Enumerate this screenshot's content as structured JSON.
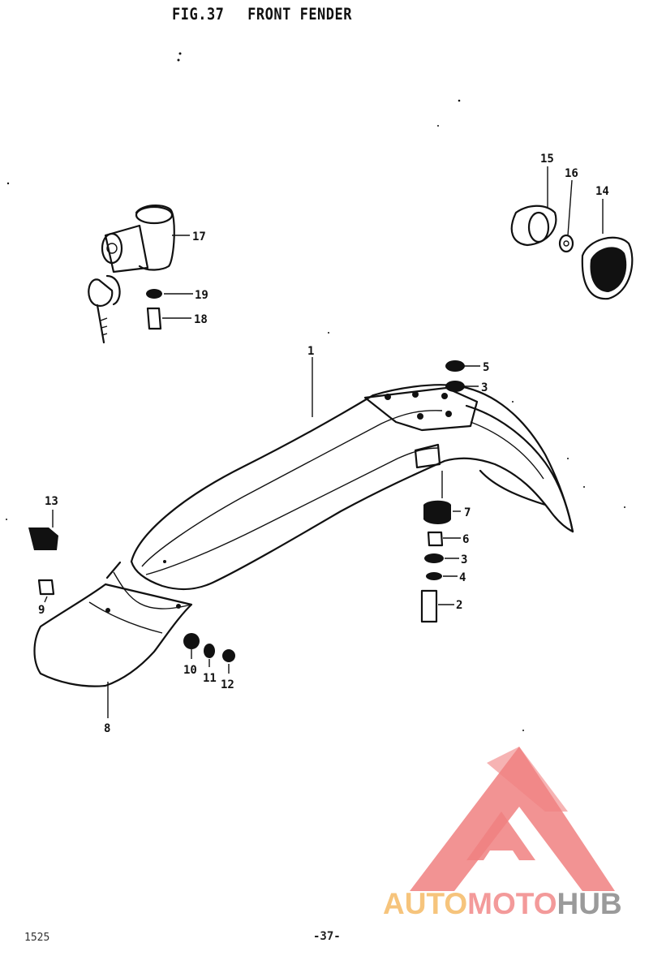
{
  "header": {
    "fig": "FIG.37",
    "title": "FRONT FENDER"
  },
  "callouts": [
    "1",
    "2",
    "3",
    "4",
    "5",
    "6",
    "7",
    "8",
    "9",
    "10",
    "11",
    "12",
    "13",
    "14",
    "15",
    "16",
    "17",
    "18",
    "19"
  ],
  "callout_3b": "3",
  "footer": {
    "code": "1525",
    "page": "-37-"
  },
  "watermark": {
    "part_a": "AUTO",
    "part_b": "MOTO",
    "part_c": "HUB",
    "colors": {
      "a": "#f6c47c",
      "b": "#f39a9a",
      "c": "#9a9a9a",
      "logo": "#f08080"
    }
  }
}
